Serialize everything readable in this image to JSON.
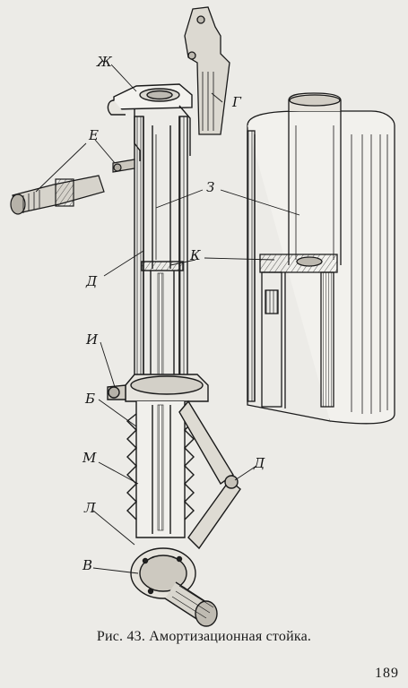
{
  "figure": {
    "callouts": {
      "zh": "Ж",
      "g": "Г",
      "e": "Е",
      "z": "З",
      "d_upper": "Д",
      "k": "К",
      "i": "И",
      "b": "Б",
      "m": "М",
      "d_lower": "Д",
      "l": "Л",
      "v": "В"
    }
  },
  "caption": "Рис. 43. Амортизационная стойка.",
  "page_number": "189"
}
